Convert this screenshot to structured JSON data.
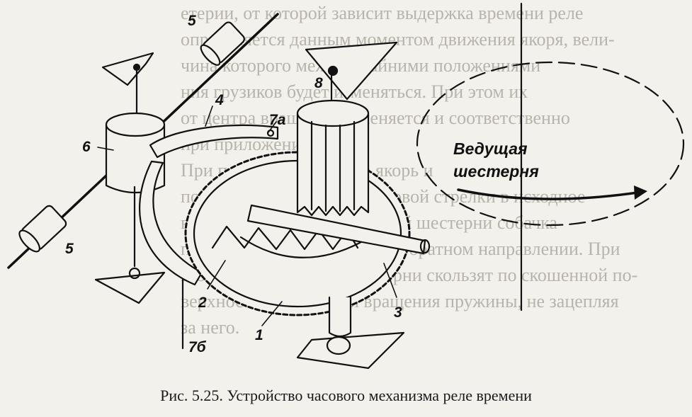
{
  "background_text": [
    "етерии, от которой зависит выдержка времени реле",
    "определяется данным моментом движения якоря, вели-",
    "чина которого между крайними положениями",
    "ния грузиков будет изменяться. При этом их",
    "от центра вращения изменяется и соответственно",
    "при приложении",
    "При подаче на реле тока якорь и",
    "поворачивается против часовой стрелки в исходное",
    "время. При возврате ведущей шестерни собачка",
    "пова шестерня вращается в обратном направлении. При",
    "этом зубья храповой шестерни скользят по скошенной по-",
    "верхности, не вызывая вращения пружины, не зацепляя",
    "за него."
  ],
  "figure": {
    "drive_gear_label_line1": "Ведущая",
    "drive_gear_label_line2": "шестерня",
    "labels": {
      "l1": "1",
      "l2": "2",
      "l3": "3",
      "l4": "4",
      "l5a": "5",
      "l5b": "5",
      "l6": "6",
      "l7a": "7а",
      "l7b": "7б",
      "l8": "8"
    }
  },
  "caption": "Рис. 5.25. Устройство часового механизма реле времени"
}
